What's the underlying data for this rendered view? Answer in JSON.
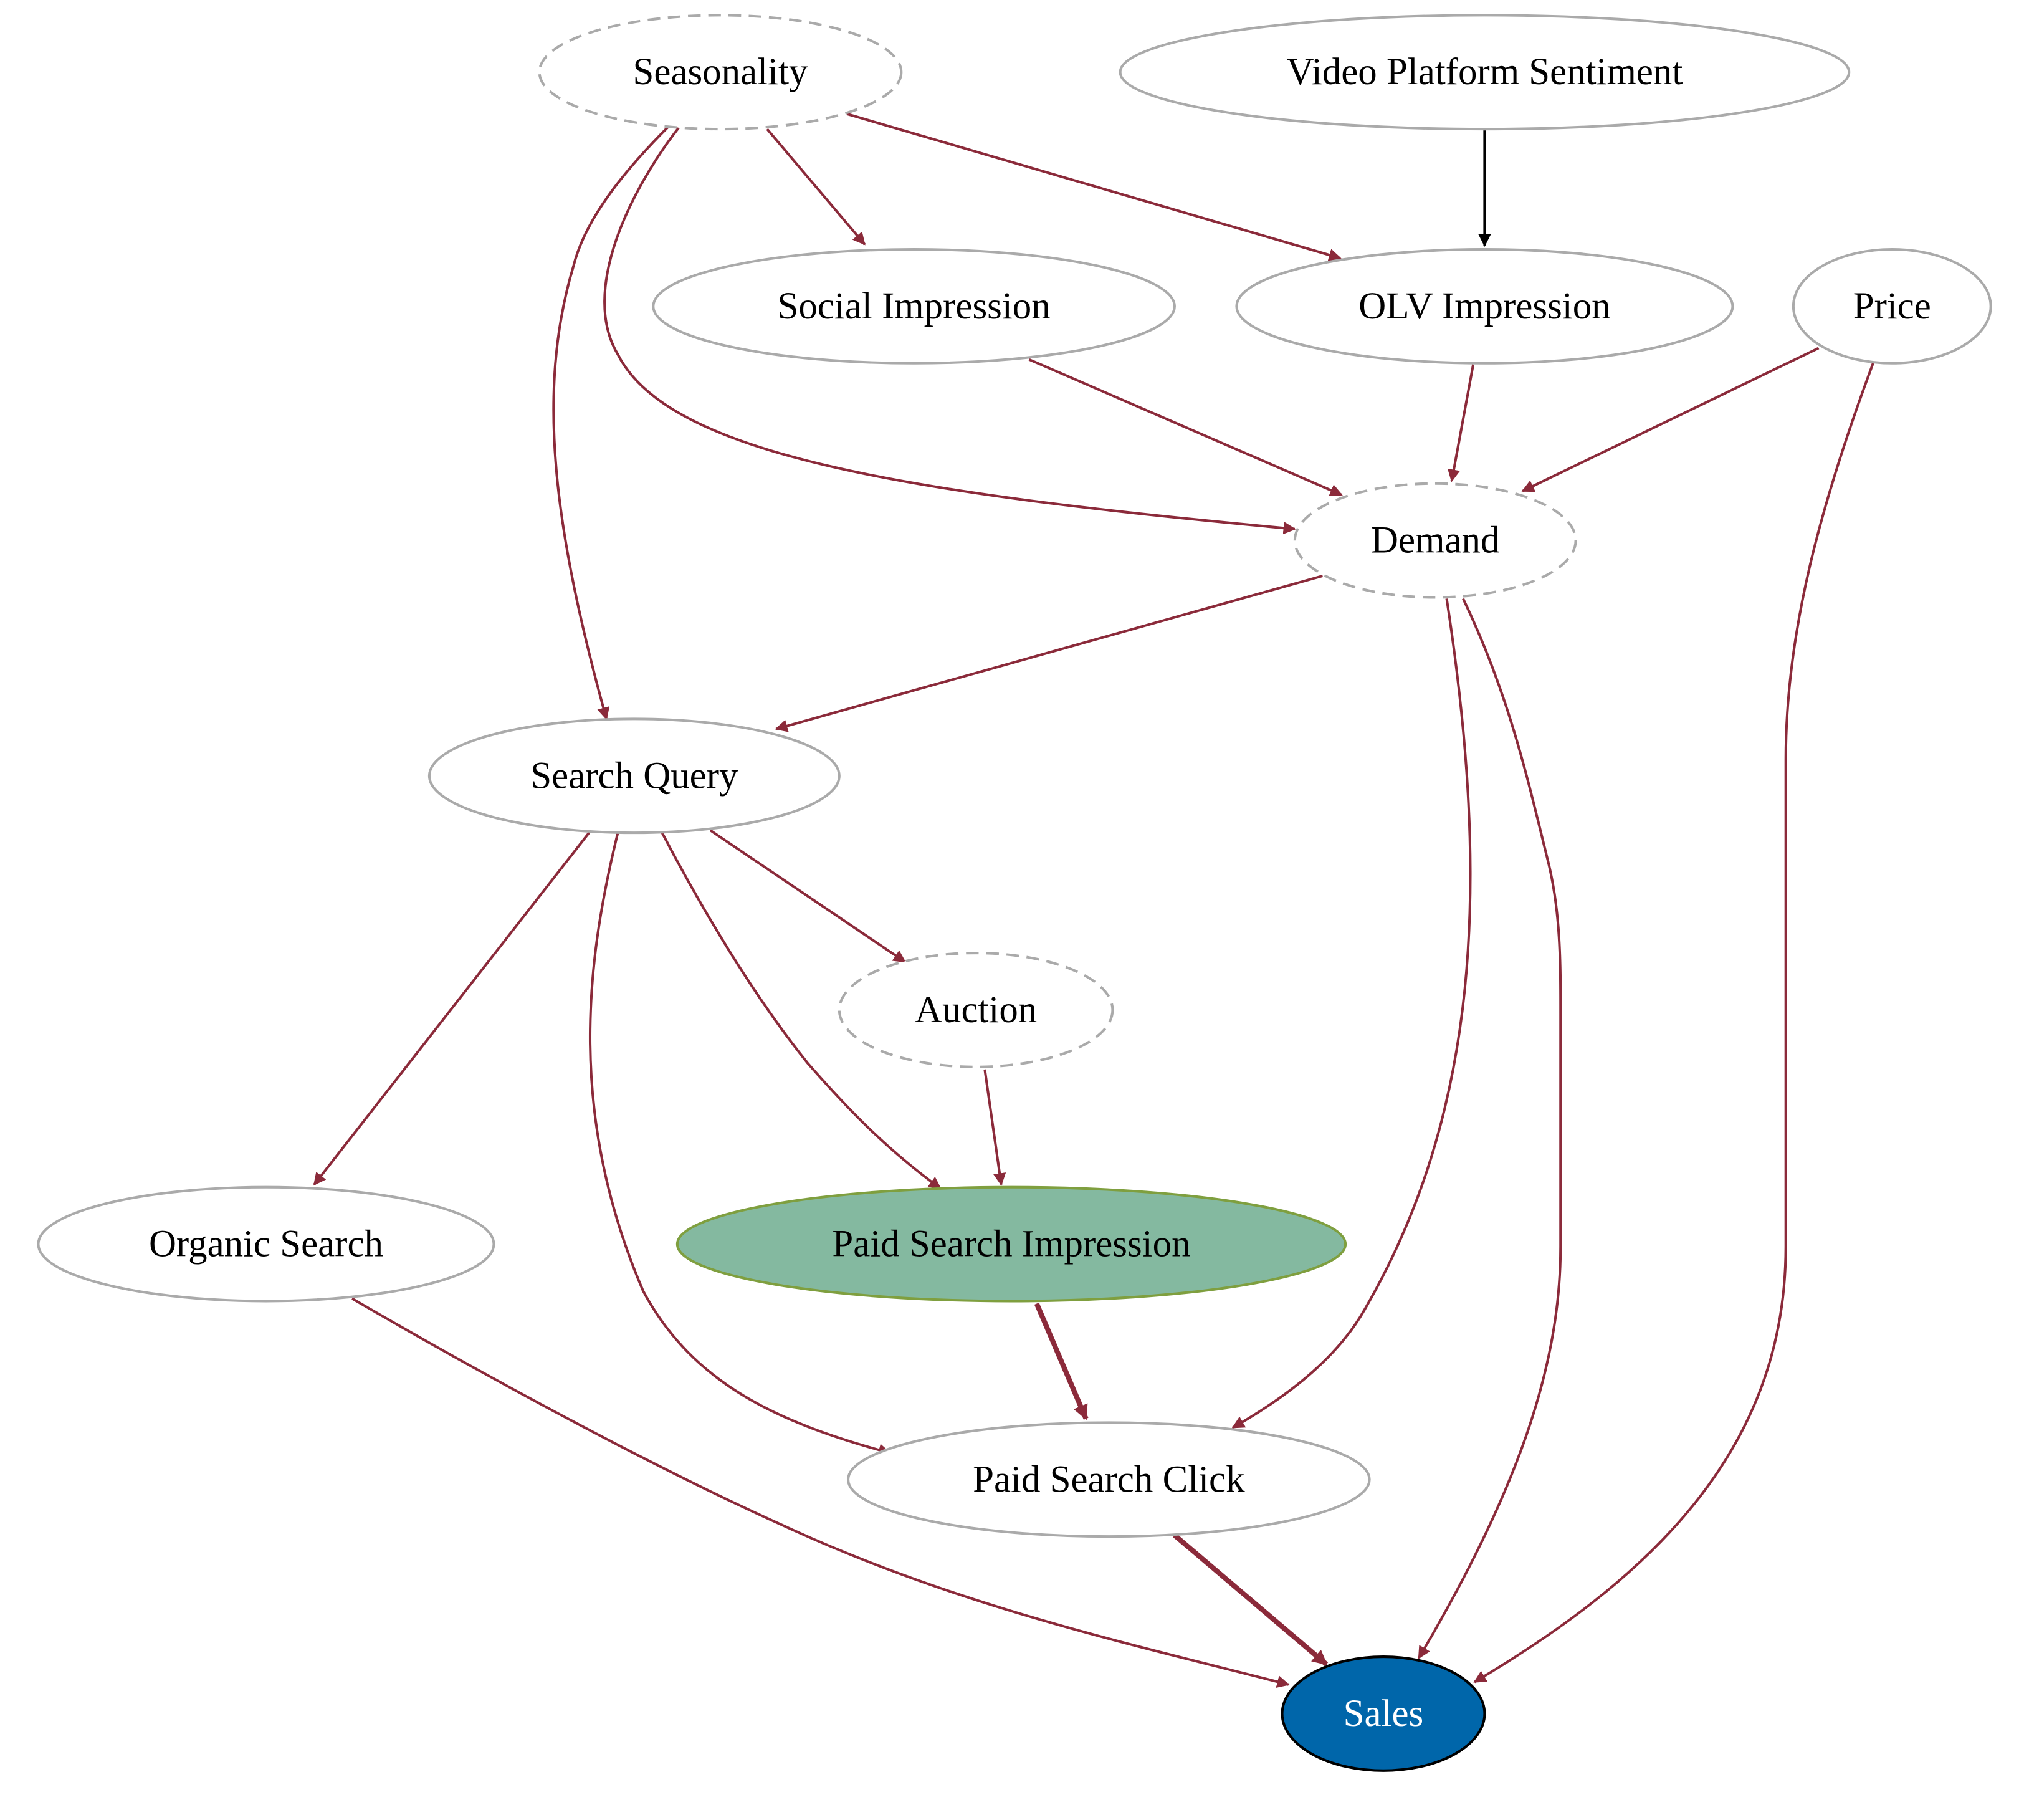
{
  "colors": {
    "edge": "#8b2a3a",
    "edge_plain": "#000000",
    "node_stroke": "#aaaaaa",
    "text": "#000000",
    "treatment_fill": "#84b9a0",
    "treatment_stroke": "#7f9f3f",
    "outcome_fill": "#0066aa",
    "outcome_stroke": "#000000",
    "outcome_text": "#ffffff"
  },
  "nodes": [
    {
      "id": "seasonality",
      "label": "Seasonality",
      "style": "dashed"
    },
    {
      "id": "video_platform_sentiment",
      "label": "Video Platform Sentiment",
      "style": "solid"
    },
    {
      "id": "social_impression",
      "label": "Social Impression",
      "style": "solid"
    },
    {
      "id": "olv_impression",
      "label": "OLV Impression",
      "style": "solid"
    },
    {
      "id": "price",
      "label": "Price",
      "style": "solid"
    },
    {
      "id": "demand",
      "label": "Demand",
      "style": "dashed"
    },
    {
      "id": "search_query",
      "label": "Search Query",
      "style": "solid"
    },
    {
      "id": "auction",
      "label": "Auction",
      "style": "dashed"
    },
    {
      "id": "organic_search",
      "label": "Organic Search",
      "style": "solid"
    },
    {
      "id": "paid_search_impression",
      "label": "Paid Search Impression",
      "style": "treatment"
    },
    {
      "id": "paid_search_click",
      "label": "Paid Search Click",
      "style": "solid"
    },
    {
      "id": "sales",
      "label": "Sales",
      "style": "outcome"
    }
  ],
  "edges": [
    {
      "from": "seasonality",
      "to": "search_query"
    },
    {
      "from": "seasonality",
      "to": "demand"
    },
    {
      "from": "seasonality",
      "to": "social_impression"
    },
    {
      "from": "seasonality",
      "to": "olv_impression"
    },
    {
      "from": "video_platform_sentiment",
      "to": "olv_impression"
    },
    {
      "from": "social_impression",
      "to": "demand"
    },
    {
      "from": "olv_impression",
      "to": "demand"
    },
    {
      "from": "price",
      "to": "demand"
    },
    {
      "from": "price",
      "to": "sales"
    },
    {
      "from": "demand",
      "to": "search_query"
    },
    {
      "from": "demand",
      "to": "paid_search_click"
    },
    {
      "from": "demand",
      "to": "sales"
    },
    {
      "from": "search_query",
      "to": "auction"
    },
    {
      "from": "search_query",
      "to": "organic_search"
    },
    {
      "from": "search_query",
      "to": "paid_search_impression"
    },
    {
      "from": "search_query",
      "to": "paid_search_click"
    },
    {
      "from": "auction",
      "to": "paid_search_impression"
    },
    {
      "from": "organic_search",
      "to": "sales"
    },
    {
      "from": "paid_search_impression",
      "to": "paid_search_click"
    },
    {
      "from": "paid_search_click",
      "to": "sales"
    }
  ]
}
